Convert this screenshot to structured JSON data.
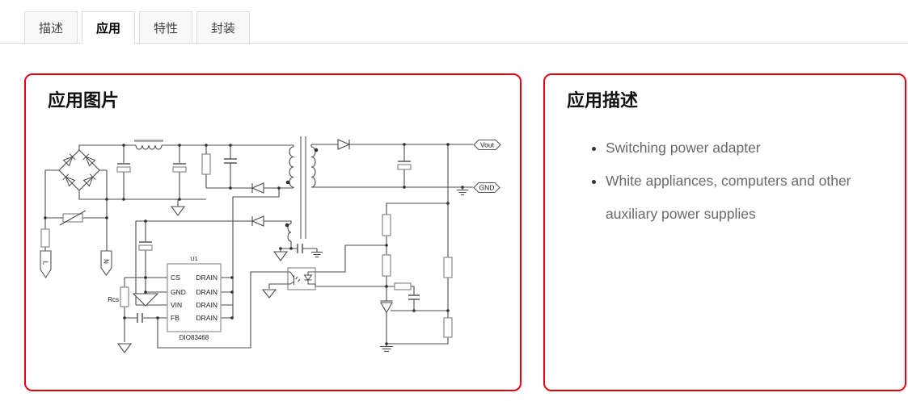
{
  "tabs": {
    "items": [
      {
        "label": "描述",
        "active": false
      },
      {
        "label": "应用",
        "active": true
      },
      {
        "label": "特性",
        "active": false
      },
      {
        "label": "封装",
        "active": false
      }
    ]
  },
  "left_panel": {
    "title": "应用图片"
  },
  "right_panel": {
    "title": "应用描述",
    "bullets": [
      "Switching power adapter",
      "White appliances, computers and other auxiliary power supplies"
    ]
  },
  "circuit": {
    "ic": {
      "ref": "U1",
      "part": "DIO83468",
      "left_pins": [
        "CS",
        "GND",
        "VIN",
        "FB"
      ],
      "right_pin": "DRAIN"
    },
    "labels": {
      "rcs": "Rcs",
      "vout": "Vout",
      "gnd": "GND",
      "line": "L",
      "neutral": "N"
    }
  },
  "colors": {
    "panel_border": "#e60012",
    "wire": "#4a4a4a",
    "component_outline": "#8a8a8a"
  }
}
